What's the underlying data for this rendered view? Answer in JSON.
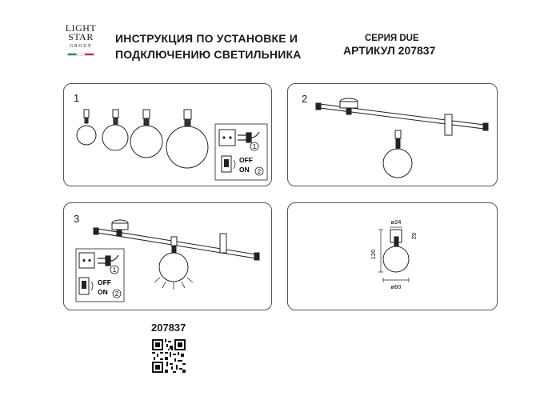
{
  "brand": {
    "line1": "LIGHT",
    "line2": "STAR",
    "line3": "GROUP"
  },
  "header": {
    "title_line1": "ИНСТРУКЦИЯ ПО УСТАНОВКЕ И",
    "title_line2": "ПОДКЛЮЧЕНИЮ СВЕТИЛЬНИКА",
    "series": "СЕРИЯ DUE",
    "article": "АРТИКУЛ 207837"
  },
  "steps": {
    "step1": {
      "number": "1",
      "off": "OFF",
      "on": "ON",
      "badge1": "1",
      "badge2": "2"
    },
    "step2": {
      "number": "2"
    },
    "step3": {
      "number": "3",
      "off": "OFF",
      "on": "ON",
      "badge1": "1",
      "badge2": "2"
    }
  },
  "dimensions": {
    "top": "ø24",
    "side": "62",
    "height": "120",
    "bottom": "ø60"
  },
  "footer": {
    "code": "207837"
  }
}
